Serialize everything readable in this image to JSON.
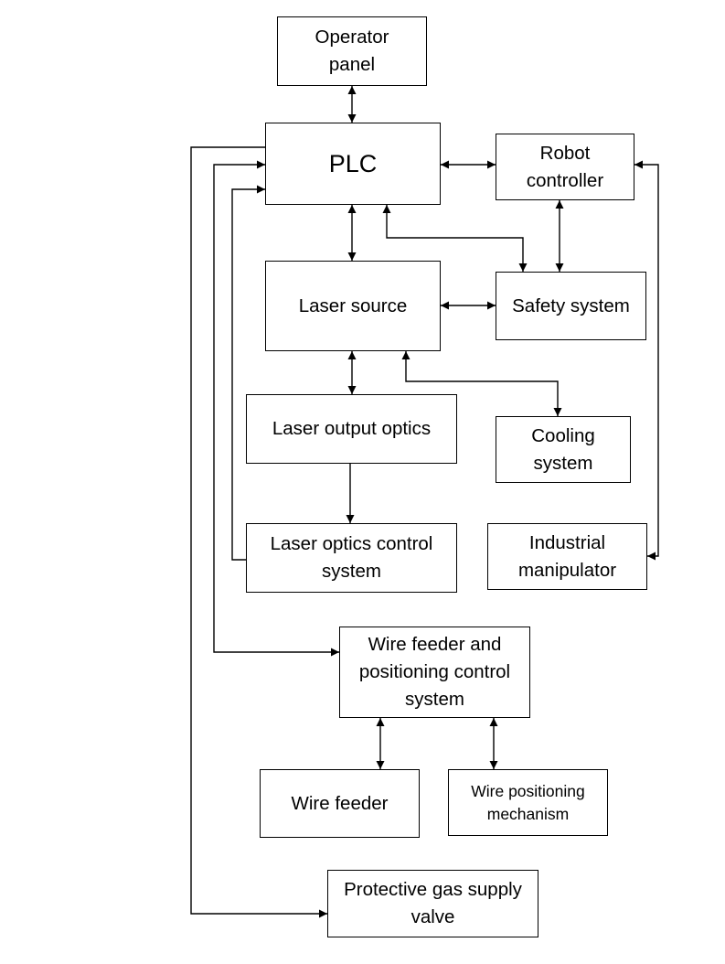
{
  "blocks": {
    "operator_panel": [
      "Operator",
      "panel"
    ],
    "plc": [
      "PLC"
    ],
    "robot_controller": [
      "Robot",
      "controller"
    ],
    "laser_source": [
      "Laser source"
    ],
    "safety_system": [
      "Safety system"
    ],
    "laser_output_optics": [
      "Laser output optics"
    ],
    "cooling_system": [
      "Cooling",
      "system"
    ],
    "laser_optics_control": [
      "Laser optics control",
      "system"
    ],
    "industrial_manipulator": [
      "Industrial",
      "manipulator"
    ],
    "wire_feeder_control": [
      "Wire feeder and",
      "positioning control",
      "system"
    ],
    "wire_feeder": [
      "Wire feeder"
    ],
    "wire_positioning": [
      "Wire positioning",
      "mechanism"
    ],
    "gas_valve": [
      "Protective gas supply",
      "valve"
    ]
  }
}
